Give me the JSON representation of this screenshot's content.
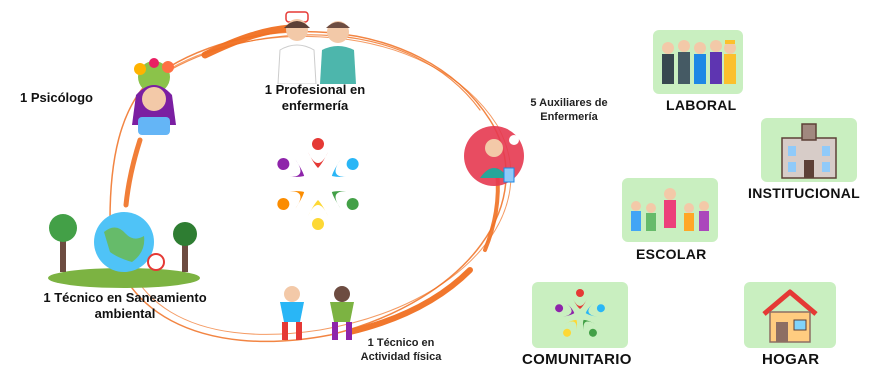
{
  "team": {
    "psicologo": "1 Psicólogo",
    "profesional_enfermeria": "1 Profesional en enfermería",
    "auxiliares": "5 Auxiliares de Enfermería",
    "tecnico_saneamiento": "1 Técnico en Saneamiento ambiental",
    "tecnico_actividad": "1 Técnico en Actividad física"
  },
  "contexts": {
    "laboral": "LABORAL",
    "institucional": "INSTITUCIONAL",
    "escolar": "ESCOLAR",
    "comunitario": "COMUNITARIO",
    "hogar": "HOGAR"
  },
  "colors": {
    "orbit": "#f07022",
    "tile": "#c9efc0"
  },
  "icons": [
    "psychologist-illustration",
    "nurses-illustration",
    "health-worker-illustration",
    "environment-globe-illustration",
    "exercise-illustration",
    "community-logo-icon",
    "workers-icon",
    "institution-building-icon",
    "students-icon",
    "people-together-icon",
    "house-icon"
  ]
}
